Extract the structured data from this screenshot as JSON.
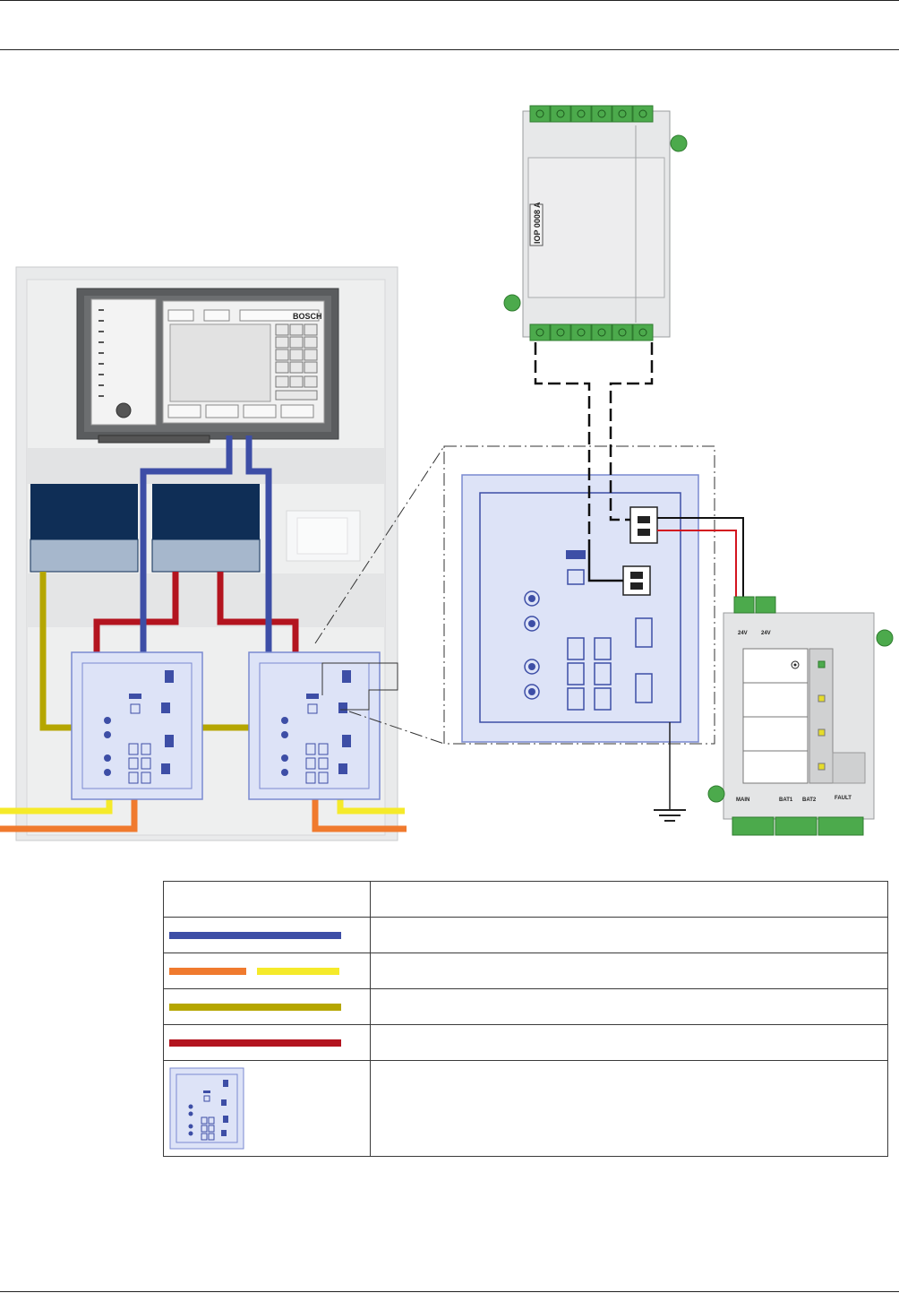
{
  "header": {
    "title": ""
  },
  "devices": {
    "panel_brand": "BOSCH",
    "io_module_label": "IOP 0008 A",
    "psu": {
      "output_labels": [
        "24V",
        "24V"
      ],
      "terminal_labels": [
        "MAIN",
        "BAT1",
        "BAT2",
        "FAULT"
      ]
    }
  },
  "colors": {
    "cable_blue": "#3d4ea6",
    "cable_orange": "#f07a2e",
    "cable_yellow": "#f5ea2a",
    "cable_olive": "#b5a600",
    "cable_red": "#b3141f",
    "module_fill": "#dde3f7",
    "module_stroke": "#7a8ad0",
    "terminal_green": "#4caa4c"
  },
  "legend": {
    "headers": [
      "",
      ""
    ],
    "rows": [
      {
        "symbol": "blue-line",
        "description": ""
      },
      {
        "symbol": "orange-yellow-lines",
        "description": ""
      },
      {
        "symbol": "olive-line",
        "description": ""
      },
      {
        "symbol": "red-line",
        "description": ""
      },
      {
        "symbol": "module-icon",
        "description": ""
      }
    ]
  }
}
